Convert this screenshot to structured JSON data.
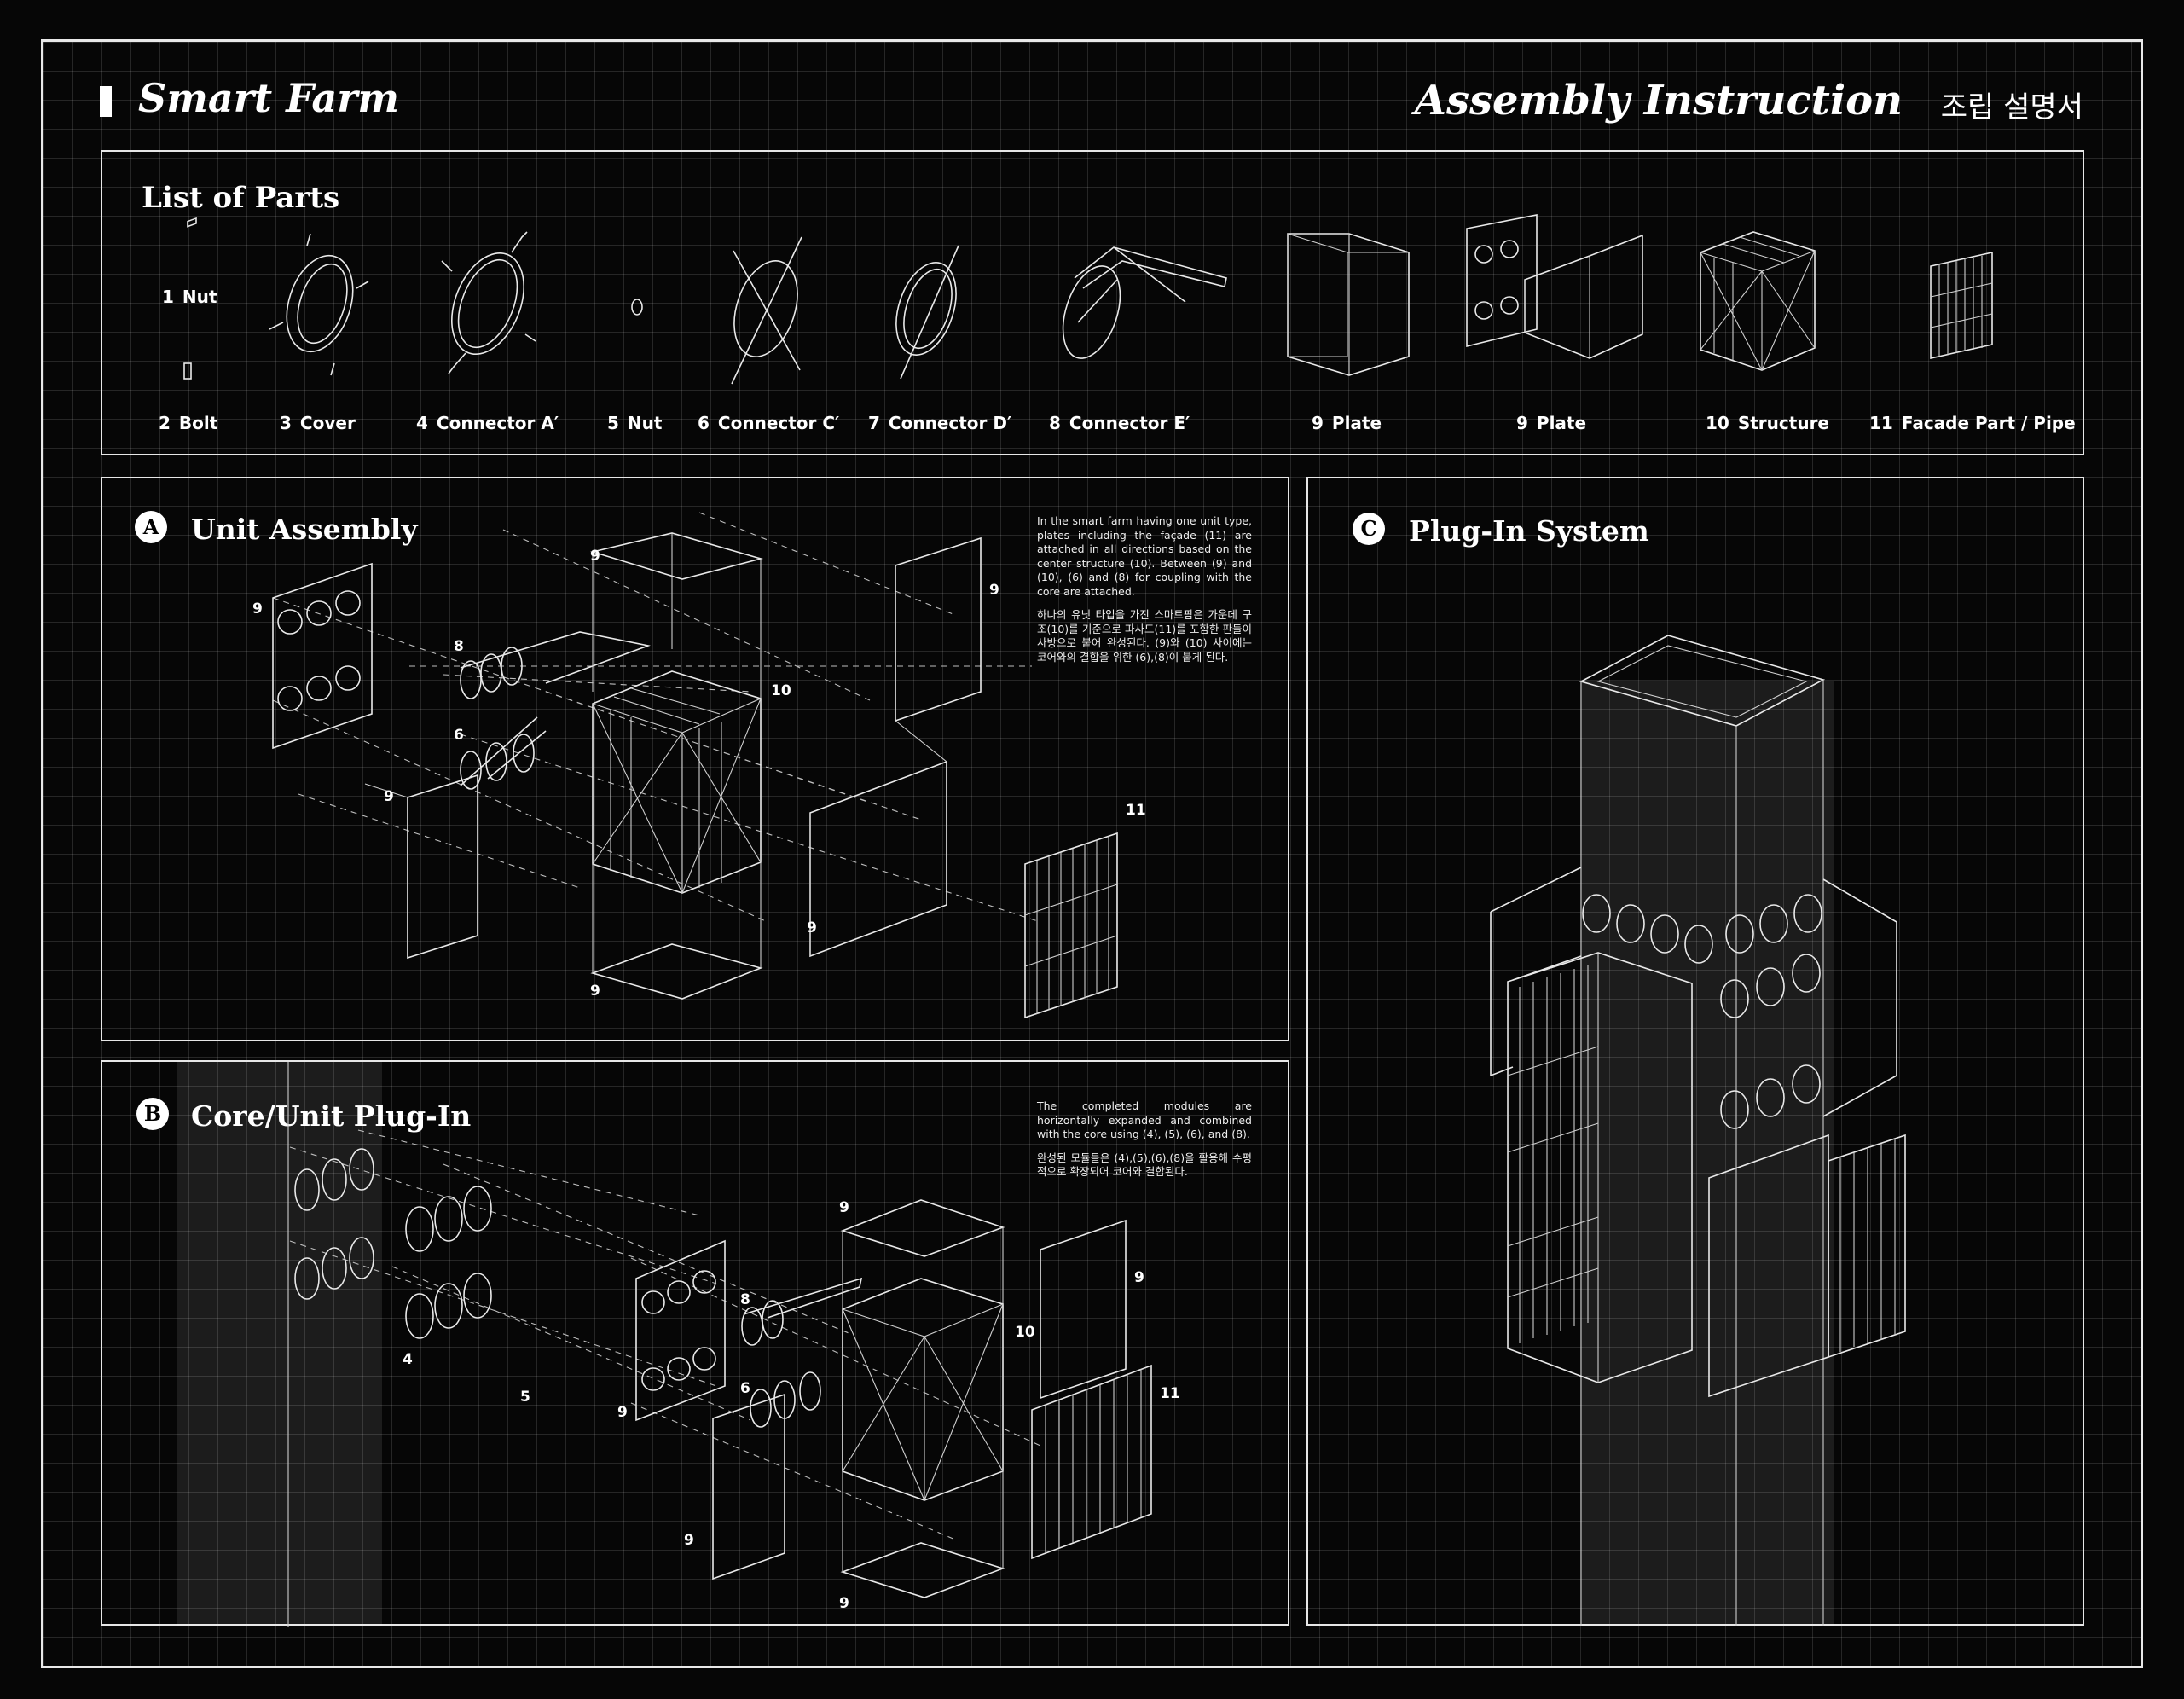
{
  "header": {
    "title_left": "Smart Farm",
    "title_right": "Assembly Instruction",
    "title_ko": "조립 설명서"
  },
  "parts": {
    "heading": "List of Parts",
    "items": [
      {
        "num": "1",
        "name": "Nut"
      },
      {
        "num": "2",
        "name": "Bolt"
      },
      {
        "num": "3",
        "name": "Cover"
      },
      {
        "num": "4",
        "name": "Connector A′"
      },
      {
        "num": "5",
        "name": "Nut"
      },
      {
        "num": "6",
        "name": "Connector C′"
      },
      {
        "num": "7",
        "name": "Connector D′"
      },
      {
        "num": "8",
        "name": "Connector E′"
      },
      {
        "num": "9",
        "name": "Plate"
      },
      {
        "num": "9",
        "name": "Plate"
      },
      {
        "num": "10",
        "name": "Structure"
      },
      {
        "num": "11",
        "name": "Facade Part / Pipe"
      }
    ]
  },
  "panel_a": {
    "badge": "A",
    "title": "Unit Assembly",
    "desc_en": "In the smart farm having one unit type, plates including the façade (11) are attached in all directions based on the center structure (10). Between (9) and (10), (6) and (8) for coupling with the core are attached.",
    "desc_ko": "하나의 유닛 타입을 가진 스마트팜은 가운데 구조(10)를 기준으로 파사드(11)를 포함한 판들이 사방으로 붙어 완성된다. (9)와 (10) 사이에는 코어와의 결합을 위한 (6),(8)이 붙게 된다.",
    "labels": {
      "p9": "9",
      "p8": "8",
      "p6": "6",
      "p10": "10",
      "p11": "11"
    }
  },
  "panel_b": {
    "badge": "B",
    "title": "Core/Unit Plug-In",
    "desc_en": "The completed modules are horizontally expanded and combined with the core using (4), (5), (6), and (8).",
    "desc_ko": "완성된 모듈들은 (4),(5),(6),(8)을 활용해 수평적으로 확장되어 코어와 결합된다.",
    "labels": {
      "p4": "4",
      "p5": "5",
      "p6": "6",
      "p8": "8",
      "p9": "9",
      "p10": "10",
      "p11": "11"
    }
  },
  "panel_c": {
    "badge": "C",
    "title": "Plug-In System"
  }
}
